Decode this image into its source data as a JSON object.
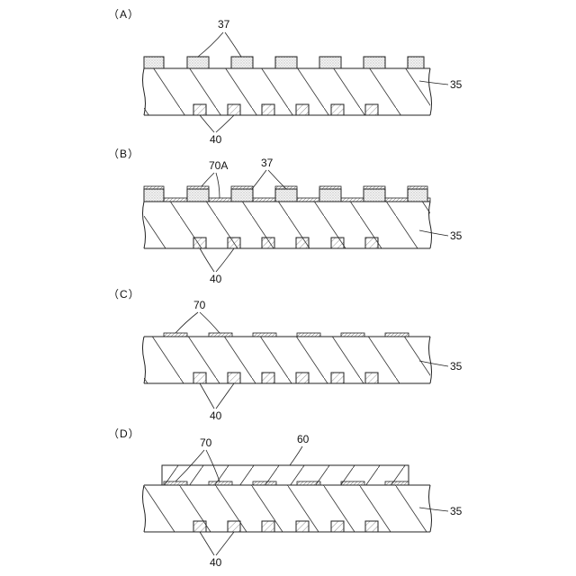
{
  "panels": [
    {
      "id": "A",
      "label": "（A）",
      "callouts": {
        "bumps": "37",
        "substrate": "35",
        "pads": "40"
      }
    },
    {
      "id": "B",
      "label": "（B）",
      "callouts": {
        "film": "70A",
        "bumps": "37",
        "substrate": "35",
        "pads": "40"
      }
    },
    {
      "id": "C",
      "label": "（C）",
      "callouts": {
        "film": "70",
        "substrate": "35",
        "pads": "40"
      }
    },
    {
      "id": "D",
      "label": "（D）",
      "callouts": {
        "film": "70",
        "cover": "60",
        "substrate": "35",
        "pads": "40"
      }
    }
  ]
}
